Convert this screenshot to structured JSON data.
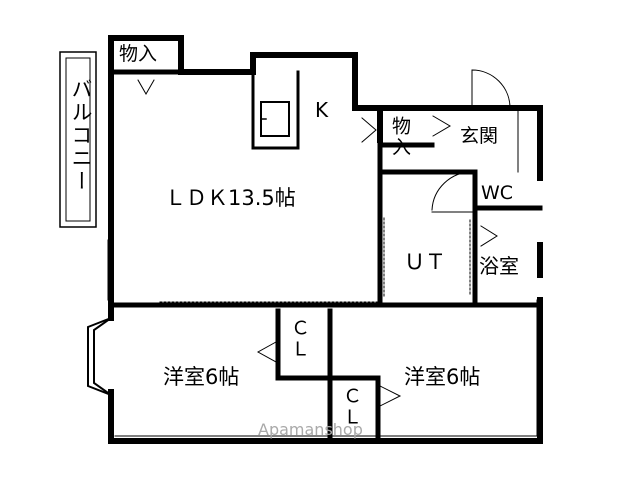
{
  "floorplan": {
    "rooms": {
      "balcony": "バルコニー",
      "storage_top_left": "物入",
      "kitchen": "K",
      "ldk": "ＬＤＫ13.5帖",
      "storage_entrance": "物入",
      "entrance": "玄関",
      "wc": "WC",
      "ut": "ＵＴ",
      "bath": "浴室",
      "closet_left": "ＣＬ",
      "closet_right": "ＣＬ",
      "western_room_left": "洋室6帖",
      "western_room_right": "洋室6帖"
    },
    "watermark": "Apamanshop"
  }
}
